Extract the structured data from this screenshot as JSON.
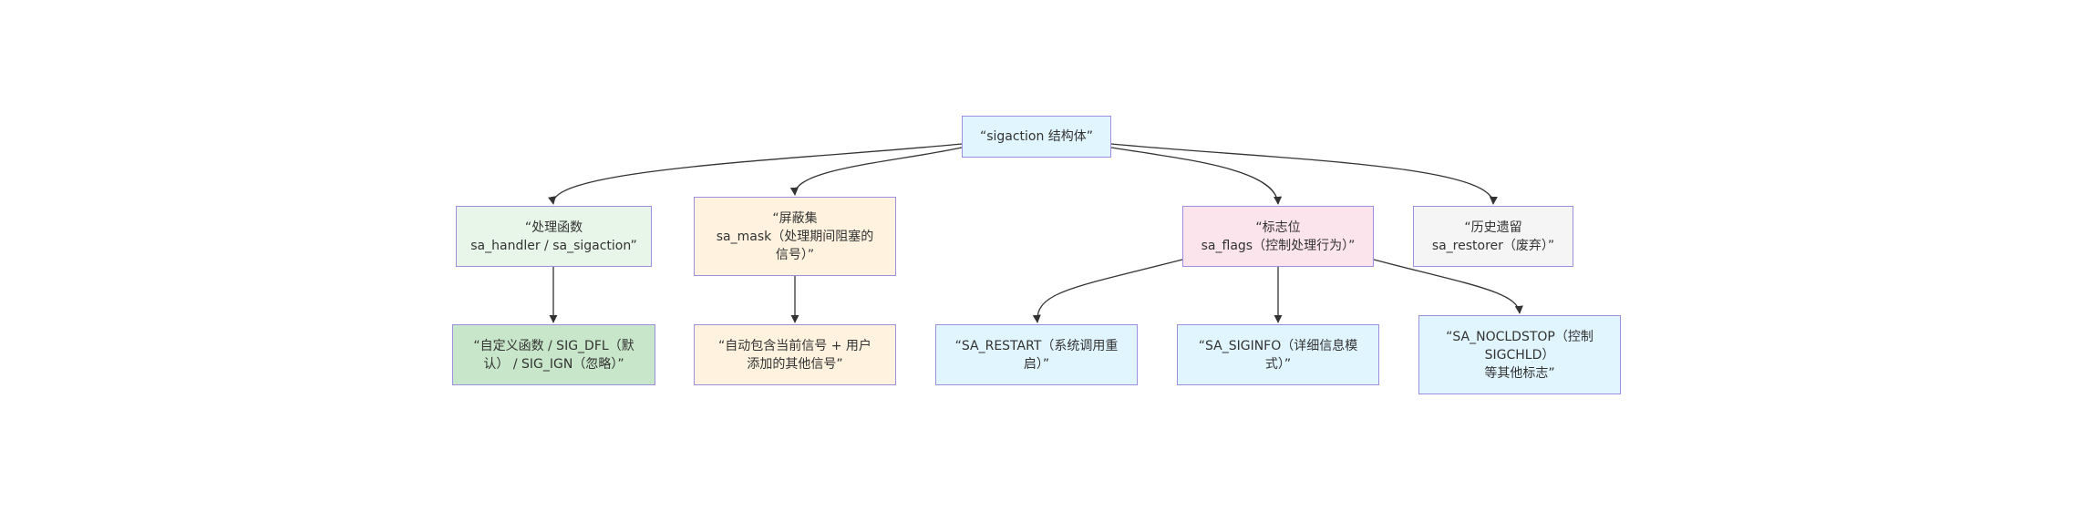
{
  "colors": {
    "border": "#9d8ee0",
    "edge": "#333333",
    "root_fill": "#e1f5fe",
    "handler_fill": "#e8f5e9",
    "handler_child_fill": "#c8e6c9",
    "mask_fill": "#fff3e0",
    "flags_fill": "#fce4ec",
    "flag_child_fill": "#e1f5fe",
    "restorer_fill": "#f5f5f5"
  },
  "nodes": {
    "root": "“sigaction 结构体”",
    "handler": "“处理函数\nsa_handler / sa_sigaction”",
    "mask": "“屏蔽集\nsa_mask（处理期间阻塞的\n信号）”",
    "flags": "“标志位\nsa_flags（控制处理行为）”",
    "restorer": "“历史遗留\nsa_restorer（废弃）”",
    "handler_values": "“自定义函数 / SIG_DFL（默\n认） / SIG_IGN（忽略）”",
    "mask_detail": "“自动包含当前信号 + 用户\n添加的其他信号”",
    "flag_restart": "“SA_RESTART（系统调用重\n启）”",
    "flag_siginfo": "“SA_SIGINFO（详细信息模\n式）”",
    "flag_nocldstop": "“SA_NOCLDSTOP（控制\nSIGCHLD）\n等其他标志”"
  }
}
